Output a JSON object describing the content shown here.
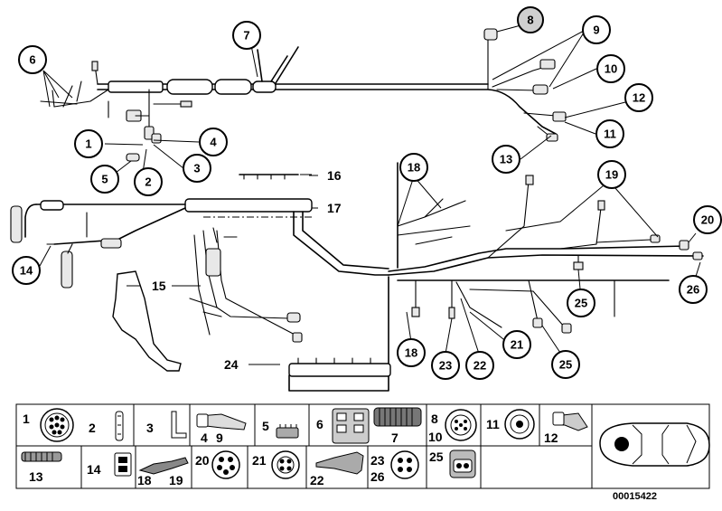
{
  "document_id": "00015422",
  "callouts": [
    {
      "num": "1"
    },
    {
      "num": "2"
    },
    {
      "num": "3"
    },
    {
      "num": "4"
    },
    {
      "num": "5"
    },
    {
      "num": "6"
    },
    {
      "num": "7"
    },
    {
      "num": "8",
      "highlighted": true
    },
    {
      "num": "9"
    },
    {
      "num": "10"
    },
    {
      "num": "11"
    },
    {
      "num": "12"
    },
    {
      "num": "13"
    },
    {
      "num": "14"
    },
    {
      "num": "15"
    },
    {
      "num": "16"
    },
    {
      "num": "17"
    },
    {
      "num": "18"
    },
    {
      "num": "19"
    },
    {
      "num": "20"
    },
    {
      "num": "21"
    },
    {
      "num": "22"
    },
    {
      "num": "23"
    },
    {
      "num": "24"
    },
    {
      "num": "25"
    },
    {
      "num": "26"
    },
    {
      "num": "18"
    },
    {
      "num": "25"
    }
  ],
  "legend": {
    "row1": [
      "1",
      "2",
      "3",
      "4",
      "9",
      "5",
      "6",
      "7",
      "8",
      "10",
      "11",
      "12"
    ],
    "row2": [
      "13",
      "14",
      "18",
      "19",
      "20",
      "21",
      "22",
      "23",
      "26",
      "25"
    ]
  }
}
